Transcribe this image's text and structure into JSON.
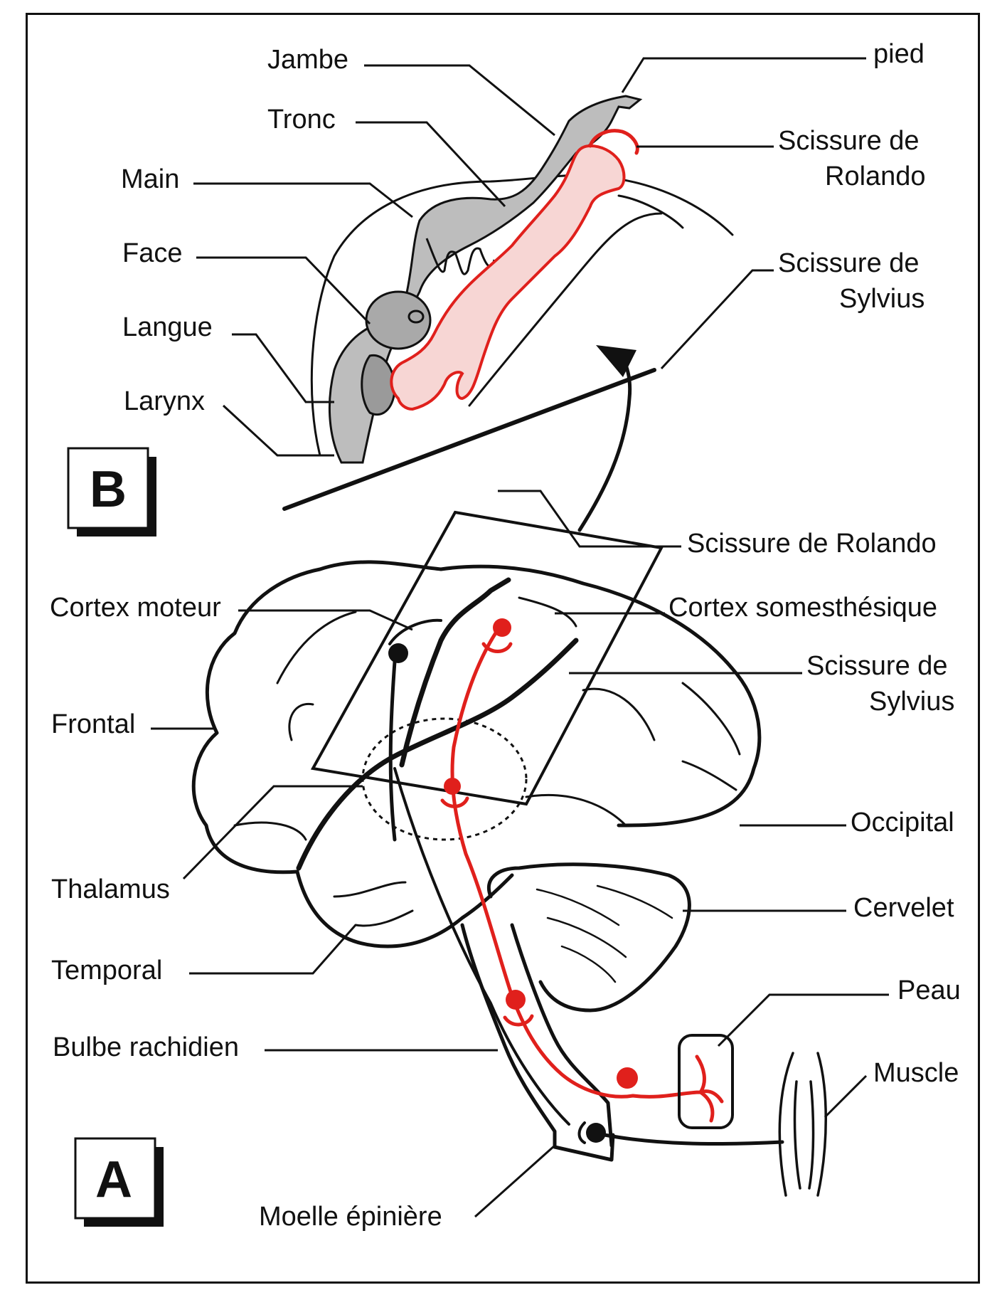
{
  "panel_b": {
    "letter": "B",
    "labels": {
      "jambe": "Jambe",
      "tronc": "Tronc",
      "main": "Main",
      "face": "Face",
      "langue": "Langue",
      "larynx": "Larynx",
      "pied": "pied",
      "rolando_1": "Scissure de",
      "rolando_2": "Rolando",
      "sylvius_1": "Scissure de",
      "sylvius_2": "Sylvius"
    }
  },
  "panel_a": {
    "letter": "A",
    "labels": {
      "rolando": "Scissure de Rolando",
      "cortex_moteur": "Cortex moteur",
      "cortex_somesthesique": "Cortex somesthésique",
      "sylvius_1": "Scissure de",
      "sylvius_2": "Sylvius",
      "frontal": "Frontal",
      "occipital": "Occipital",
      "thalamus": "Thalamus",
      "cervelet": "Cervelet",
      "temporal": "Temporal",
      "peau": "Peau",
      "bulbe": "Bulbe rachidien",
      "muscle": "Muscle",
      "moelle": "Moelle épinière"
    }
  },
  "colors": {
    "sensory_pathway": "#e0201c",
    "homunculus_sensory_fill": "#f7d6d4",
    "homunculus_motor_fill": "#bdbdbd",
    "line": "#111111"
  }
}
